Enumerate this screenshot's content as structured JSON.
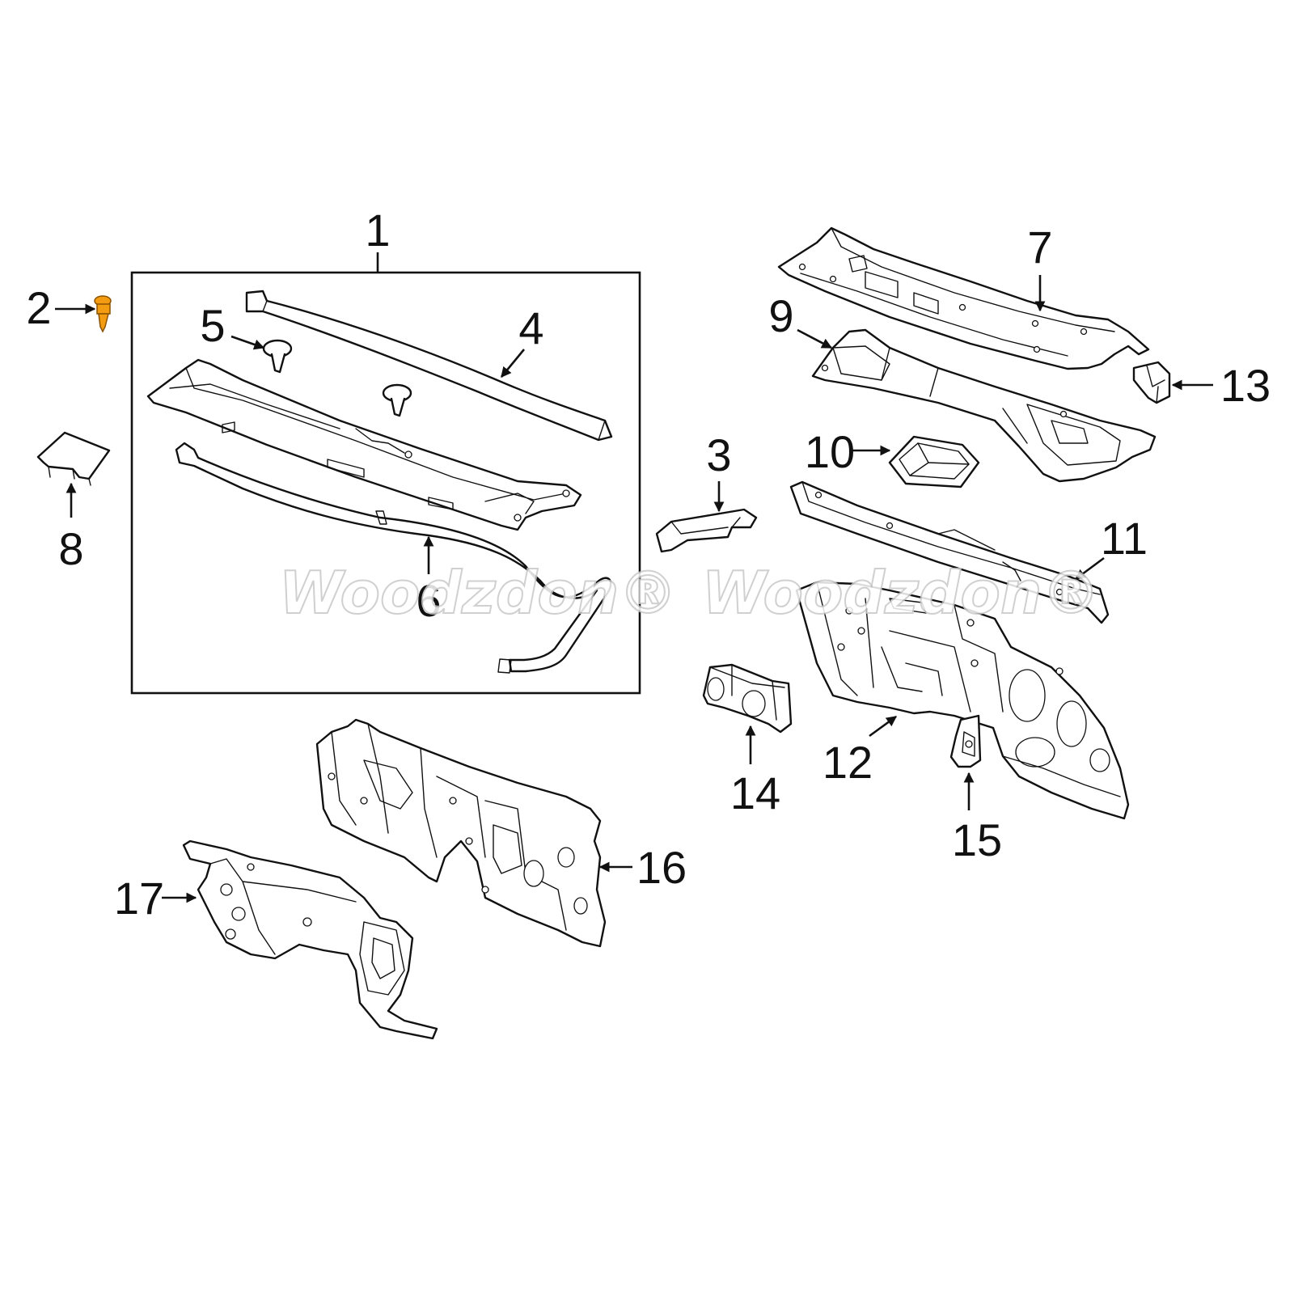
{
  "watermarks": [
    "Woodzdon®",
    "Woodzdon®"
  ],
  "colors": {
    "line": "#111111",
    "highlight": "#f39c12",
    "background": "#ffffff"
  },
  "callouts": {
    "c1": "1",
    "c2": "2",
    "c3": "3",
    "c4": "4",
    "c5": "5",
    "c6": "6",
    "c7": "7",
    "c8": "8",
    "c9": "9",
    "c10": "10",
    "c11": "11",
    "c12": "12",
    "c13": "13",
    "c14": "14",
    "c15": "15",
    "c16": "16",
    "c17": "17"
  }
}
